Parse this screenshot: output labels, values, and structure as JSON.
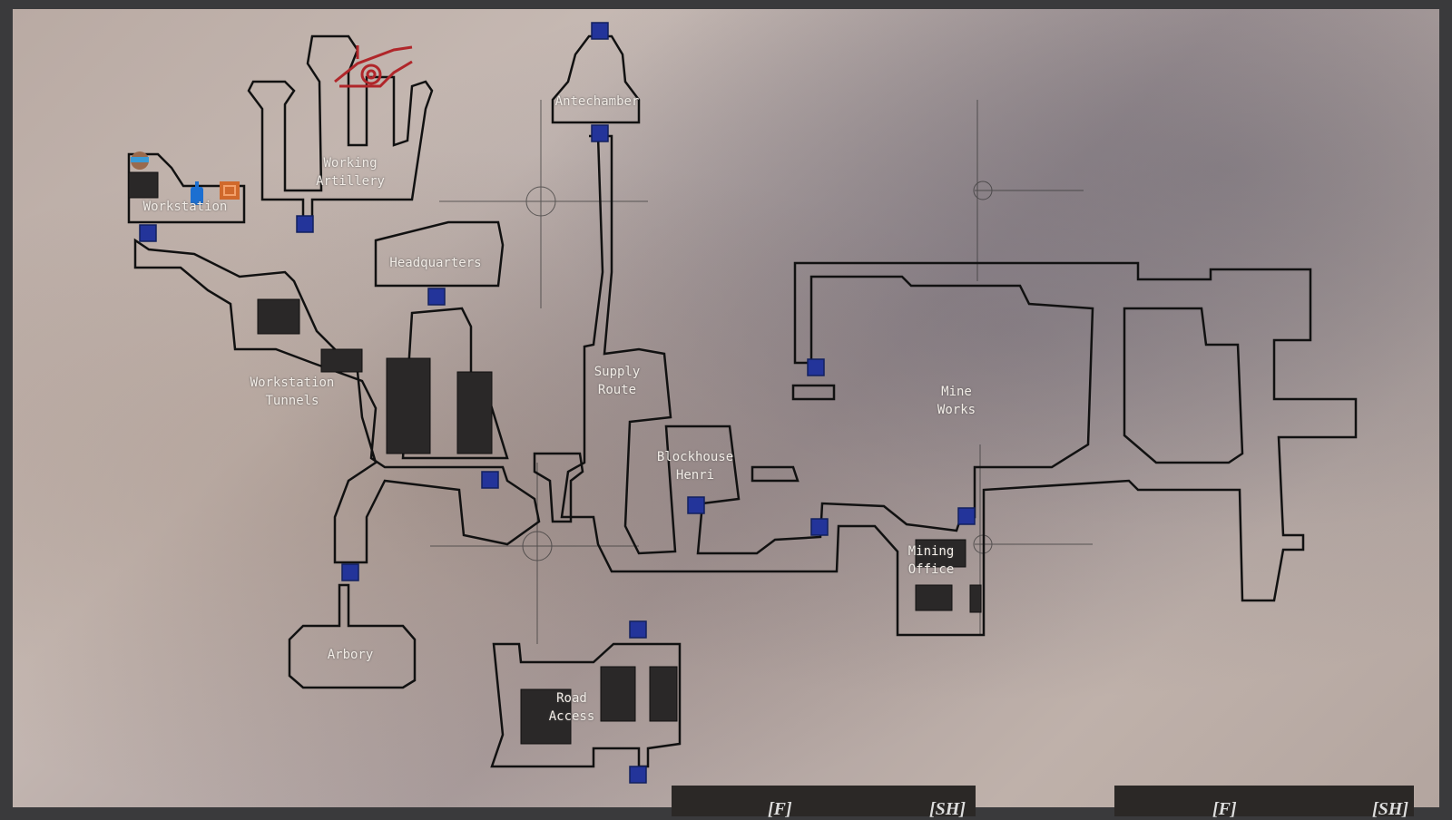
{
  "map": {
    "rooms": [
      {
        "name": "Antechamber"
      },
      {
        "name": "Working\nArtillery"
      },
      {
        "name": "Workstation"
      },
      {
        "name": "Headquarters"
      },
      {
        "name": "Workstation\nTunnels"
      },
      {
        "name": "Supply\nRoute"
      },
      {
        "name": "Blockhouse\nHenri"
      },
      {
        "name": "Mine\nWorks"
      },
      {
        "name": "Mining\nOffice"
      },
      {
        "name": "Arbory"
      },
      {
        "name": "Road\nAccess"
      }
    ],
    "icons": [
      "player-marker-icon",
      "artillery-icon",
      "lantern-icon",
      "crate-icon"
    ],
    "colors": {
      "door": "#23349a",
      "artillery": "#b0262a",
      "lantern": "#1c6fd1",
      "crate": "#d0692c"
    }
  },
  "footer": {
    "key1": "[F]",
    "key2": "[SH]",
    "key3": "[F]",
    "key4": "[SH]"
  }
}
